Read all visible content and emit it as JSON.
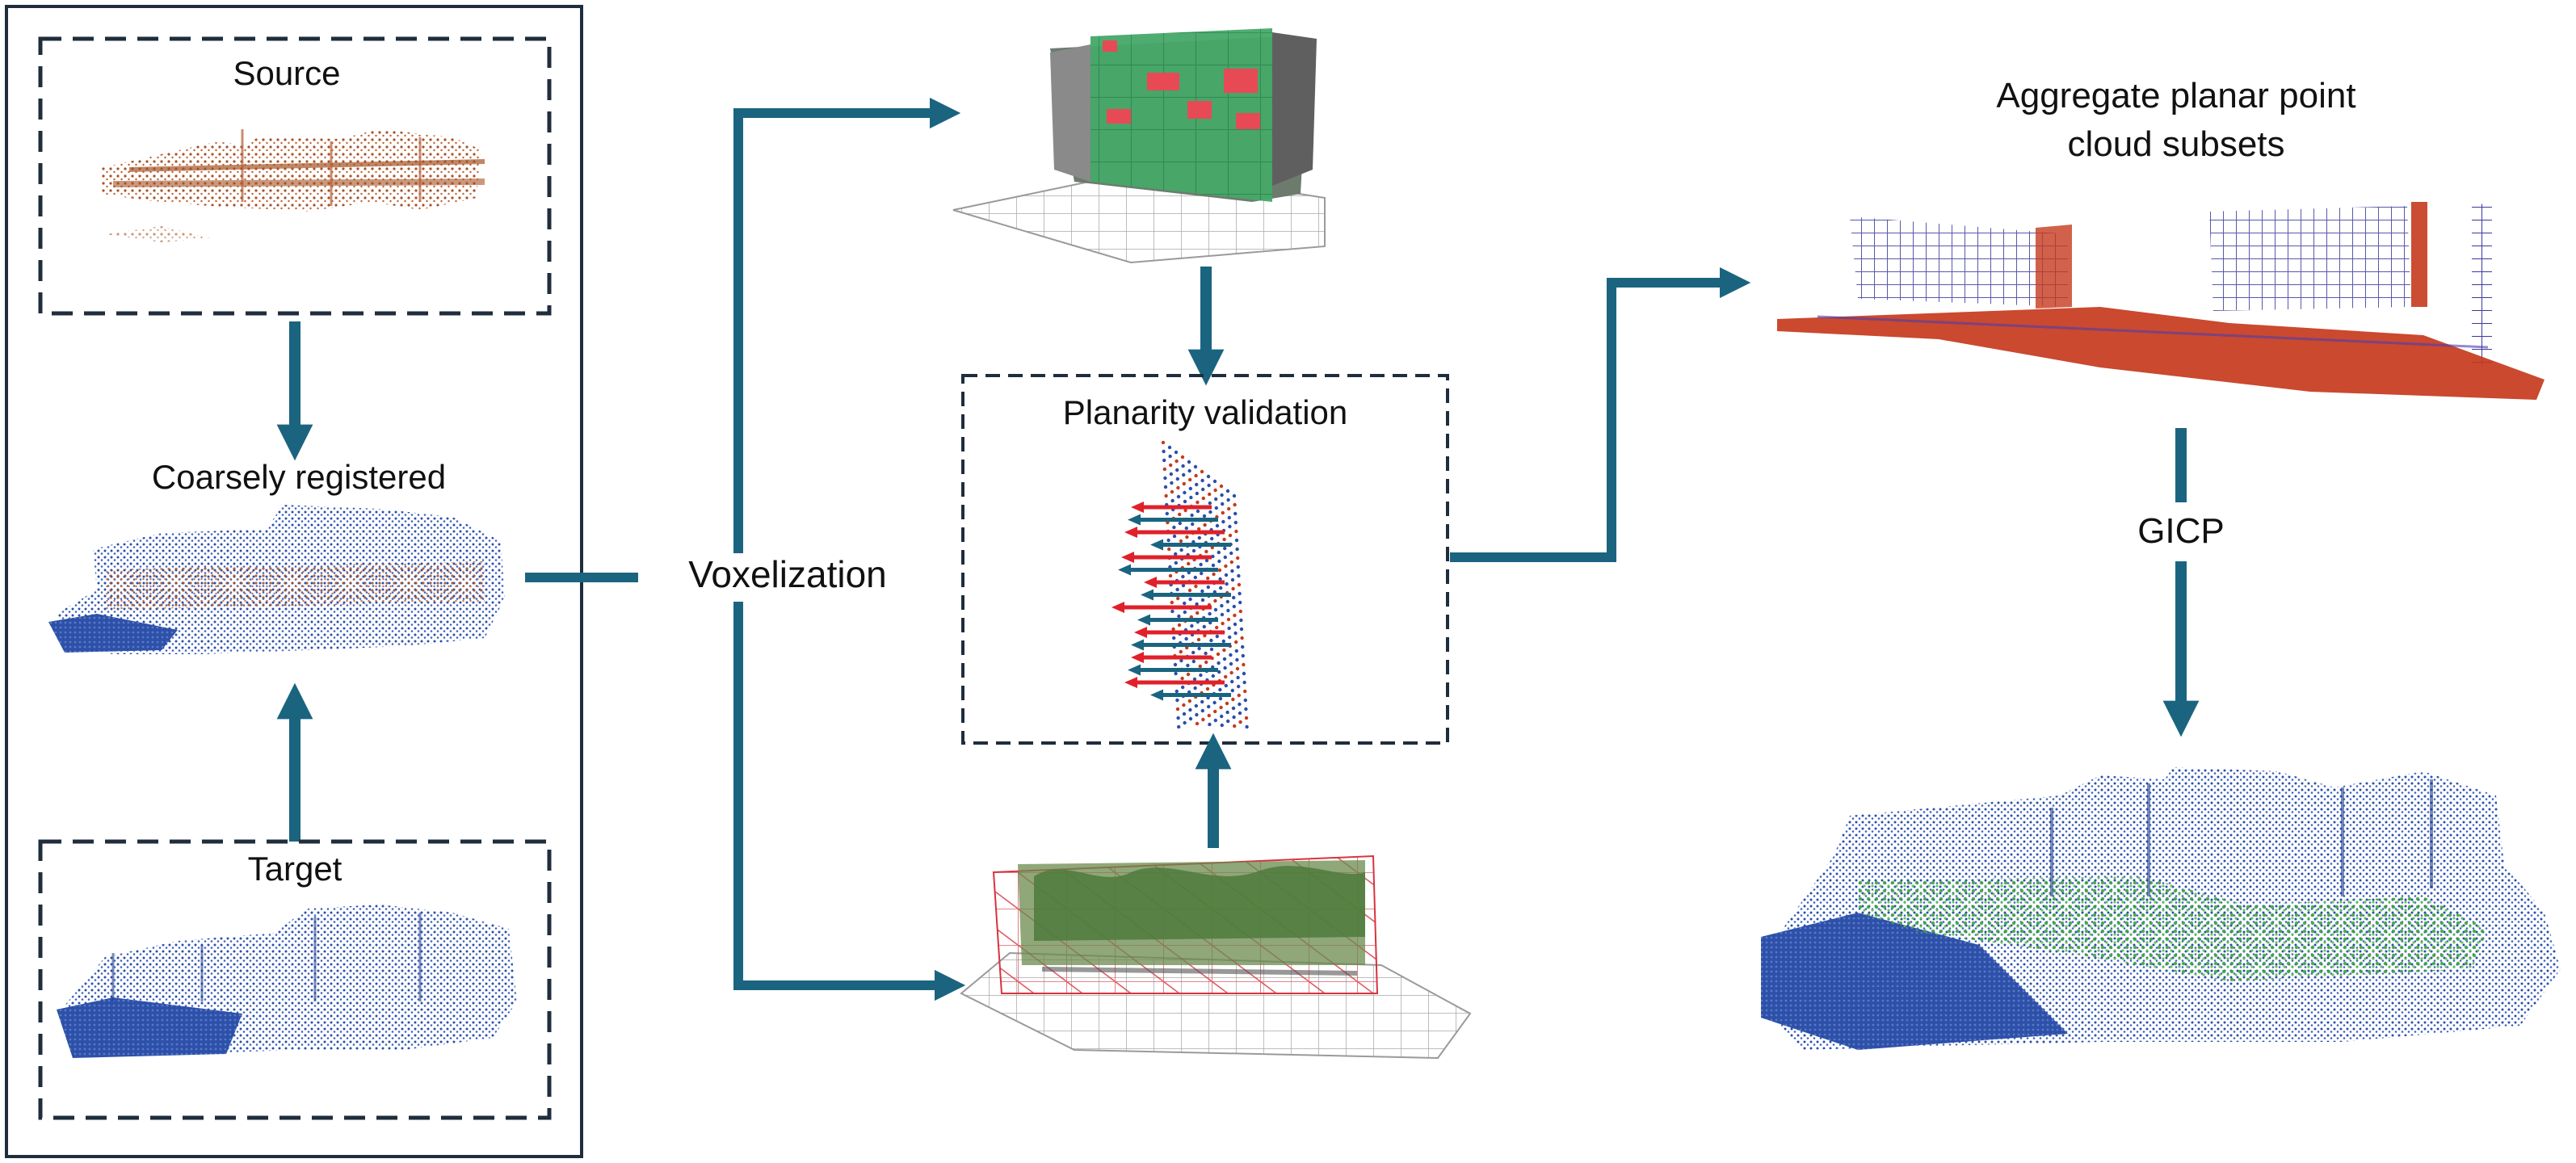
{
  "labels": {
    "source": "Source",
    "coarsely_registered": "Coarsely registered",
    "target": "Target",
    "voxelization": "Voxelization",
    "planarity_validation": "Planarity validation",
    "aggregate_line1": "Aggregate planar point",
    "aggregate_line2": "cloud subsets",
    "gicp": "GICP"
  },
  "colors": {
    "arrow": "#1b6480",
    "frame": "#1f2d3d",
    "source_cloud": "#a24a1c",
    "target_cloud": "#2a4fa8",
    "planar_red": "#c53a1d",
    "planar_blue": "#4a3cb0",
    "inlier_green": "#3aa33a",
    "voxel_green": "#3aa55a",
    "voxel_red": "#e0404a",
    "grid": "#b8b8b8"
  }
}
